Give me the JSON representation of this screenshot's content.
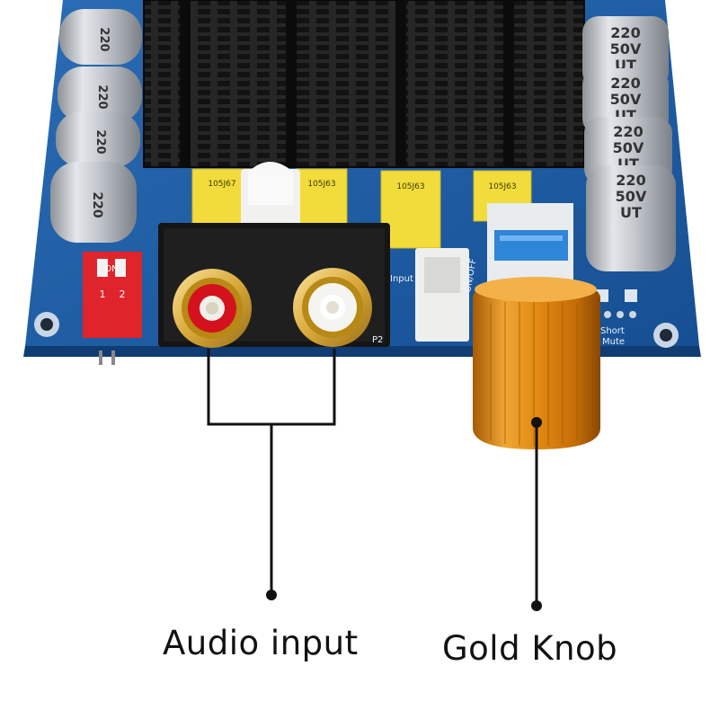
{
  "image": {
    "subject": "Blue amplifier circuit board with RCA audio jacks and gold volume knob",
    "colors": {
      "background": "#ffffff",
      "pcb": "#1f5fa8",
      "heatsink": "#1c1c1c",
      "capacitor": "#c9ccd1",
      "film_cap": "#f2dc3c",
      "knob": "#e08a12",
      "dip_switch": "#e0242b",
      "rca_red": "#d4121d",
      "rca_white": "#f4f4f0"
    }
  },
  "labels": {
    "audio_input": "Audio input",
    "gold_knob": "Gold Knob"
  },
  "board_text": {
    "cap_line1": "220",
    "cap_line2": "50V",
    "cap_line3": "UT",
    "film_cap_1": "105J67",
    "film_cap_2": "105J63",
    "film_cap_3": "105J63",
    "film_cap_4": "105J63",
    "dip_on": "ON",
    "dip_1": "1",
    "dip_2": "2",
    "short": "Short",
    "mute": "Mute",
    "input": "Input",
    "p2": "P2",
    "on_off": "ON/OFF"
  }
}
